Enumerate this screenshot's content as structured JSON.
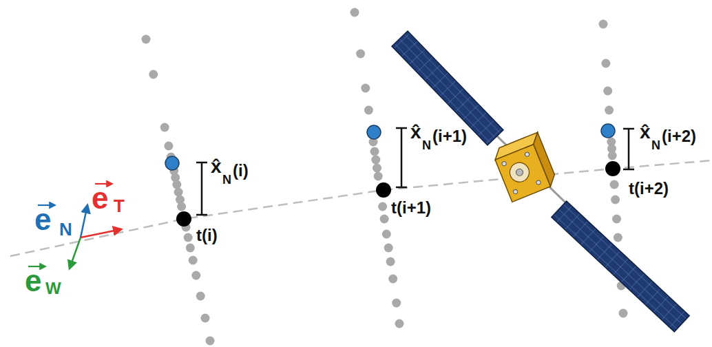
{
  "diagram": {
    "labels": [
      "e",
      "N",
      "e",
      "T",
      "e",
      "W",
      "x̂",
      "N",
      "(i)",
      "x̂",
      "N",
      "(i+1)",
      "x̂",
      "N",
      "(i+2)",
      "t(i)",
      "t(i+1)",
      "t(i+2)"
    ]
  }
}
